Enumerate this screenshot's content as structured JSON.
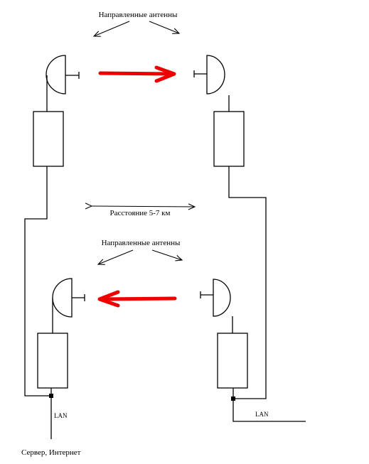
{
  "labels": {
    "antennas_top": "Направленные антенны",
    "distance": "Расстояние 5-7 км",
    "antennas_bottom": "Направленные антенны",
    "lan_left": "LAN",
    "lan_right": "LAN",
    "server": "Сервер, Интернет"
  },
  "colors": {
    "line": "#000000",
    "arrow": "#ee0000",
    "background": "#ffffff"
  },
  "links": [
    {
      "direction": "left-to-right"
    },
    {
      "direction": "right-to-left"
    }
  ]
}
